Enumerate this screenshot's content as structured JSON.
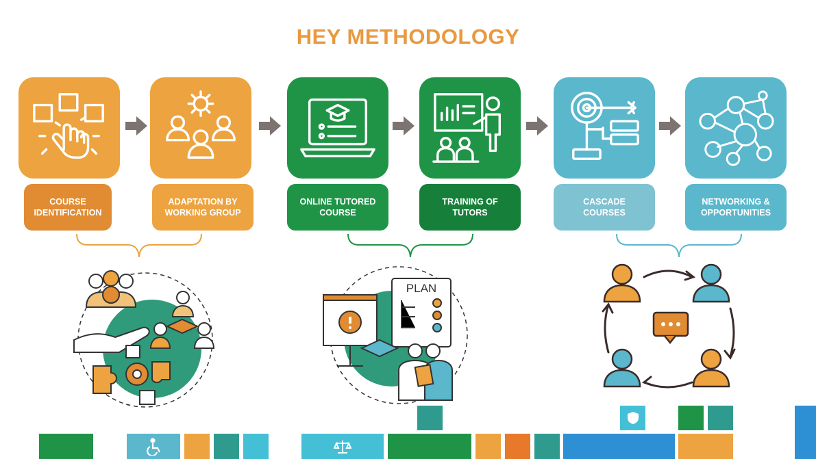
{
  "title": "HEY METHODOLOGY",
  "colors": {
    "orange": "#eda33f",
    "orange_dark": "#e18b33",
    "green": "#1f9447",
    "green_dark": "#16803a",
    "teal": "#5ab7cc",
    "teal_dark": "#7fc2d2",
    "arrow": "#7d7370"
  },
  "steps": [
    {
      "label": "COURSE\nIDENTIFICATION",
      "icon": "hand-touch-icon",
      "group": "orange"
    },
    {
      "label": "ADAPTATION BY\nWORKING GROUP",
      "icon": "team-gear-icon",
      "group": "orange"
    },
    {
      "label": "ONLINE TUTORED\nCOURSE",
      "icon": "laptop-course-icon",
      "group": "green"
    },
    {
      "label": "TRAINING OF\nTUTORS",
      "icon": "teacher-board-icon",
      "group": "green"
    },
    {
      "label": "CASCADE\nCOURSES",
      "icon": "target-flow-icon",
      "group": "teal"
    },
    {
      "label": "NETWORKING &\nOPPORTUNITIES",
      "icon": "network-icon",
      "group": "teal"
    }
  ],
  "illustrations": [
    {
      "icon": "collaboration-illustration"
    },
    {
      "icon": "plan-presentation-illustration",
      "text": "PLAN"
    },
    {
      "icon": "networking-cycle-illustration"
    }
  ],
  "footer_icons": [
    "accessibility-icon",
    "justice-scale-icon",
    "shield-icon"
  ]
}
